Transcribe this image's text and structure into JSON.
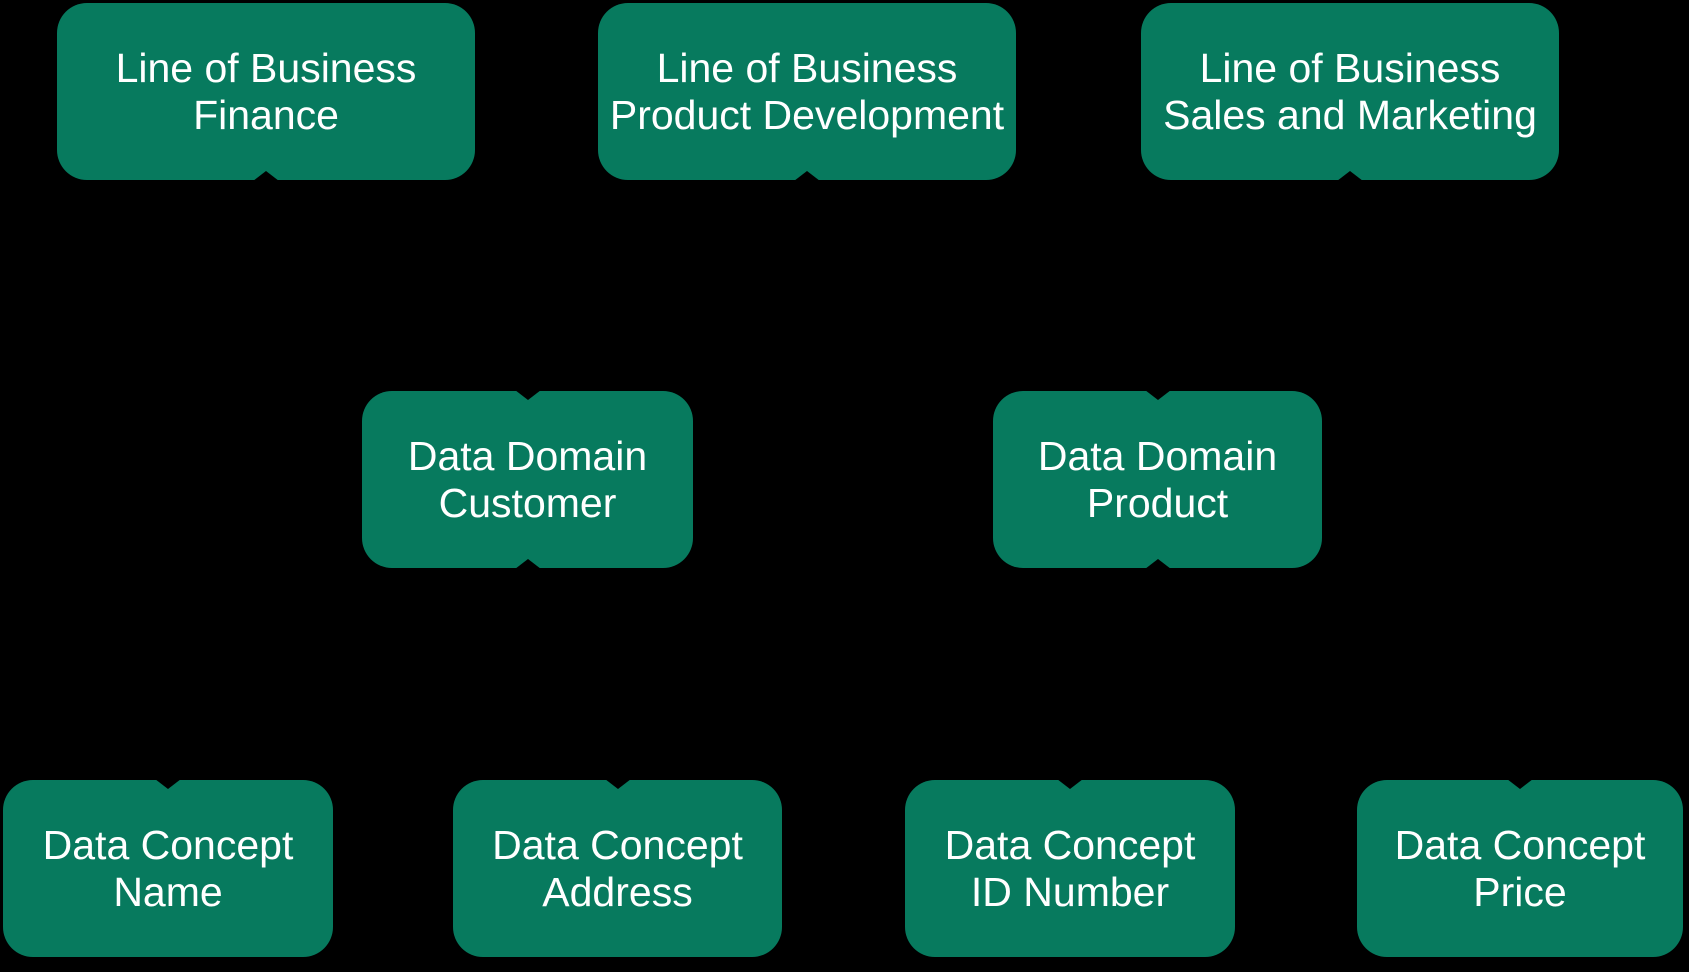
{
  "diagram": {
    "type": "hierarchy-flowchart",
    "rows": [
      "line-of-business",
      "data-domain",
      "data-concept"
    ]
  },
  "colors": {
    "background": "#000000",
    "node_fill": "#077a5e",
    "node_text": "#ffffff"
  },
  "nodes": [
    {
      "id": "lob-finance",
      "line1": "Line of Business",
      "line2": "Finance"
    },
    {
      "id": "lob-product-development",
      "line1": "Line of Business",
      "line2": "Product Development"
    },
    {
      "id": "lob-sales-and-marketing",
      "line1": "Line of Business",
      "line2": "Sales and Marketing"
    },
    {
      "id": "data-domain-customer",
      "line1": "Data Domain",
      "line2": "Customer"
    },
    {
      "id": "data-domain-product",
      "line1": "Data Domain",
      "line2": "Product"
    },
    {
      "id": "data-concept-name",
      "line1": "Data Concept",
      "line2": "Name"
    },
    {
      "id": "data-concept-address",
      "line1": "Data Concept",
      "line2": "Address"
    },
    {
      "id": "data-concept-id-number",
      "line1": "Data Concept",
      "line2": "ID Number"
    },
    {
      "id": "data-concept-price",
      "line1": "Data Concept",
      "line2": "Price"
    }
  ]
}
